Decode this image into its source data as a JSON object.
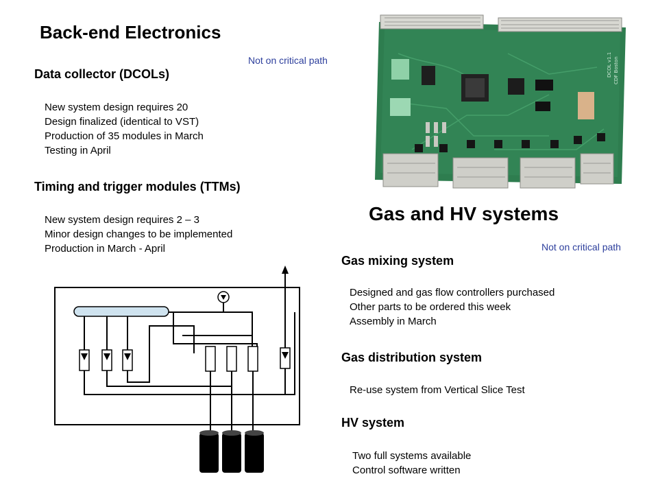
{
  "title": "Back-end Electronics",
  "note_top": "Not on critical path",
  "dcol": {
    "heading": "Data collector (DCOLs)",
    "lines": [
      "New system design requires 20",
      "Design finalized (identical to VST)",
      "Production of 35 modules in March",
      "Testing in April"
    ]
  },
  "ttm": {
    "heading": "Timing and trigger modules (TTMs)",
    "lines": [
      "New system design requires 2 – 3",
      "Minor design changes to be implemented",
      "Production in March - April"
    ]
  },
  "gas_title": "Gas and HV systems",
  "note_gas": "Not on critical path",
  "gas_mixing": {
    "heading": "Gas mixing system",
    "lines": [
      "Designed and gas flow controllers purchased",
      "Other parts to be ordered this week",
      "Assembly in March"
    ]
  },
  "gas_distribution": {
    "heading": "Gas distribution system",
    "lines": [
      "Re-use system from Vertical Slice Test"
    ]
  },
  "hv": {
    "heading": "HV system",
    "lines": [
      "Two full systems available",
      "Control software written"
    ]
  },
  "images": {
    "photo": "dcol-circuit-board-photo",
    "diagram": "gas-system-schematic"
  },
  "colors": {
    "note": "#2c3e9c",
    "board": "#2e7d4f",
    "pipe": "#cfe3ef"
  }
}
